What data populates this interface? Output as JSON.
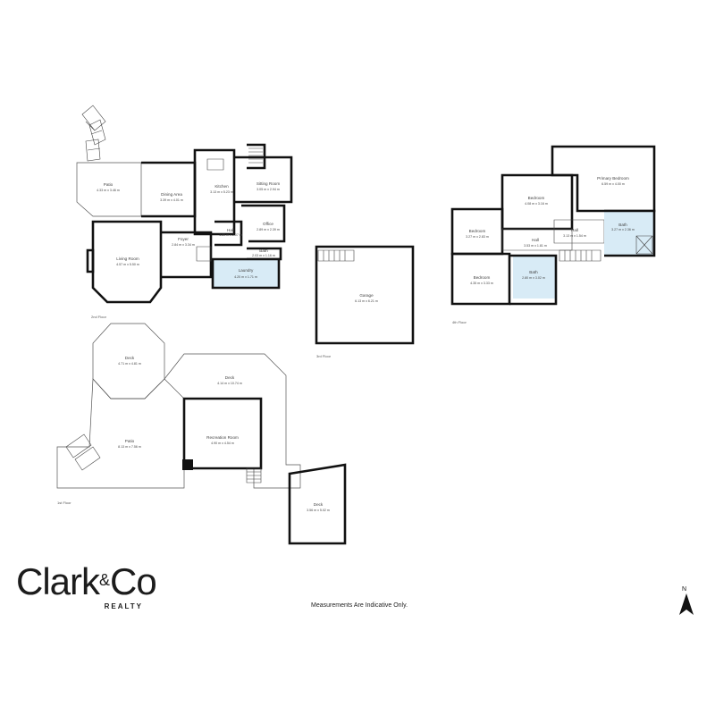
{
  "floors": {
    "floor1": {
      "label": "1st Floor",
      "rooms": [
        {
          "name": "Deck",
          "dims": "4.71 m x 4.81 m"
        },
        {
          "name": "Deck",
          "dims": "4.14 m x 10.74 m"
        },
        {
          "name": "Recreation Room",
          "dims": "4.90 m x 4.54 m"
        },
        {
          "name": "Patio",
          "dims": "8.13 m x 7.56 m"
        },
        {
          "name": "Deck",
          "dims": "3.56 m x 5.02 m"
        }
      ]
    },
    "floor2": {
      "label": "2nd Floor",
      "rooms": [
        {
          "name": "Patio",
          "dims": "4.33 m x 3.46 m"
        },
        {
          "name": "Dining Area",
          "dims": "3.39 m x 4.01 m"
        },
        {
          "name": "Kitchen",
          "dims": "3.13 m x 5.23 m"
        },
        {
          "name": "Sitting Room",
          "dims": "3.05 m x 2.94 m"
        },
        {
          "name": "Office",
          "dims": "2.89 m x 2.39 m"
        },
        {
          "name": "Hall",
          "dims": "1.80 m x 2.07 m"
        },
        {
          "name": "Foyer",
          "dims": "2.84 m x 3.34 m"
        },
        {
          "name": "Living Room",
          "dims": "4.57 m x 5.50 m"
        },
        {
          "name": "Bath",
          "dims": "2.03 m x 1.16 m"
        },
        {
          "name": "Laundry",
          "dims": "4.20 m x 1.71 m"
        }
      ]
    },
    "floor3": {
      "label": "3rd Floor",
      "rooms": [
        {
          "name": "Garage",
          "dims": "6.13 m x 6.21 m"
        }
      ]
    },
    "floor4": {
      "label": "4th Floor",
      "rooms": [
        {
          "name": "Primary Bedroom",
          "dims": "6.59 m x 4.00 m"
        },
        {
          "name": "Bedroom",
          "dims": "4.08 m x 3.16 m"
        },
        {
          "name": "Bedroom",
          "dims": "3.27 m x 2.83 m"
        },
        {
          "name": "Hall",
          "dims": "3.53 m x 1.81 m"
        },
        {
          "name": "Hall",
          "dims": "3.13 m x 1.54 m"
        },
        {
          "name": "Bath",
          "dims": "3.27 m x 2.36 m"
        },
        {
          "name": "Bedroom",
          "dims": "4.35 m x 3.33 m"
        },
        {
          "name": "Bath",
          "dims": "2.80 m x 3.02 m"
        }
      ]
    }
  },
  "branding": {
    "logo_text": "Clark",
    "logo_amp": "&",
    "logo_text2": "Co",
    "logo_sub": "REALTY"
  },
  "disclaimer": "Measurements Are Indicative Only.",
  "compass": {
    "label": "N",
    "icon": "north-arrow-icon"
  },
  "colors": {
    "wet_area": "#d8ebf6",
    "wall": "#111111"
  }
}
